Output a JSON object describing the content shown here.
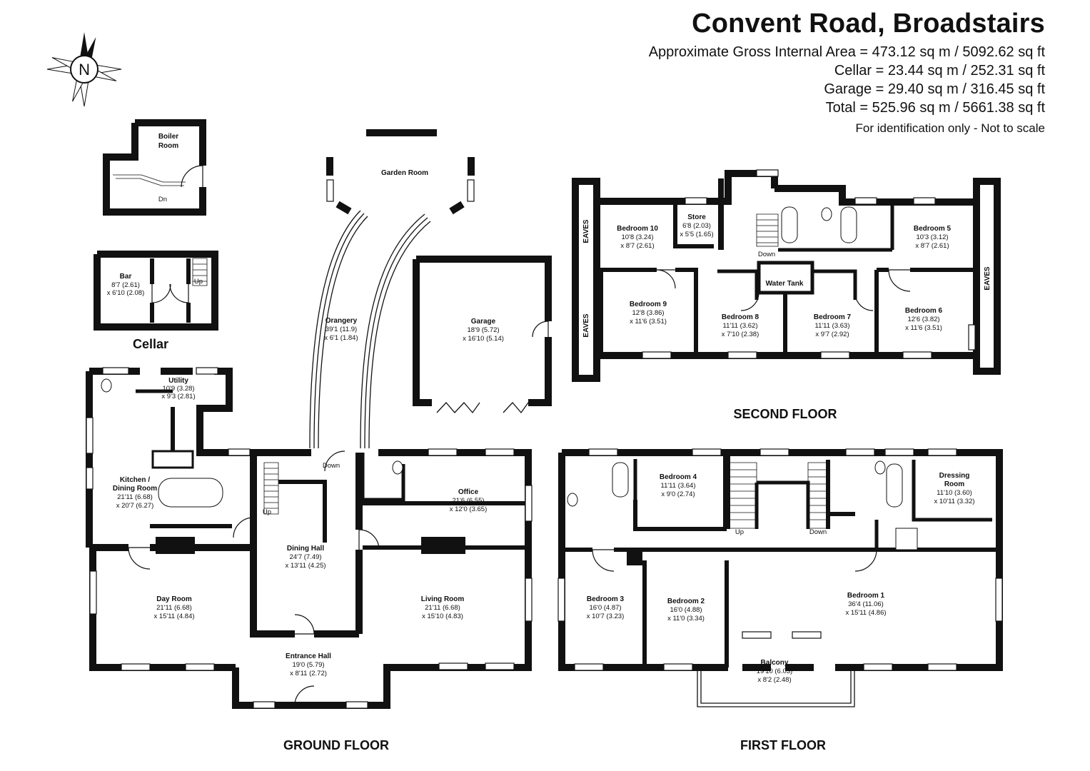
{
  "header": {
    "title": "Convent Road, Broadstairs",
    "gross_area": "Approximate Gross Internal Area = 473.12 sq m / 5092.62 sq ft",
    "cellar_area": "Cellar = 23.44 sq m / 252.31 sq ft",
    "garage_area": "Garage = 29.40 sq m / 316.45 sq ft",
    "total_area": "Total = 525.96 sq m / 5661.38 sq ft",
    "note": "For identification only - Not to scale"
  },
  "compass": {
    "letter": "N",
    "icon": "compass-rose-icon"
  },
  "floors": {
    "ground": "GROUND FLOOR",
    "first": "FIRST FLOOR",
    "second": "SECOND FLOOR",
    "cellar": "Cellar"
  },
  "rooms": {
    "boiler": {
      "name1": "Boiler",
      "name2": "Room"
    },
    "bar": {
      "name": "Bar",
      "dim1": "8'7 (2.61)",
      "dim2": "x 6'10 (2.08)"
    },
    "garden_room": {
      "name": "Garden Room"
    },
    "orangery": {
      "name": "Orangery",
      "dim1": "39'1 (11.9)",
      "dim2": "x 6'1 (1.84)"
    },
    "garage": {
      "name": "Garage",
      "dim1": "18'9 (5.72)",
      "dim2": "x 16'10 (5.14)"
    },
    "utility": {
      "name": "Utility",
      "dim1": "10'9 (3.28)",
      "dim2": "x 9'3 (2.81)"
    },
    "kitchen": {
      "name1": "Kitchen /",
      "name2": "Dining Room",
      "dim1": "21'11 (6.68)",
      "dim2": "x 20'7 (6.27)"
    },
    "office": {
      "name": "Office",
      "dim1": "21'6 (6.55)",
      "dim2": "x 12'0 (3.65)"
    },
    "dining_hall": {
      "name": "Dining Hall",
      "dim1": "24'7 (7.49)",
      "dim2": "x 13'11 (4.25)"
    },
    "day_room": {
      "name": "Day Room",
      "dim1": "21'11 (6.68)",
      "dim2": "x 15'11 (4.84)"
    },
    "living_room": {
      "name": "Living Room",
      "dim1": "21'11 (6.68)",
      "dim2": "x 15'10 (4.83)"
    },
    "entrance_hall": {
      "name": "Entrance Hall",
      "dim1": "19'0 (5.79)",
      "dim2": "x 8'11 (2.72)"
    },
    "bedroom_10": {
      "name": "Bedroom 10",
      "dim1": "10'8 (3.24)",
      "dim2": "x 8'7 (2.61)"
    },
    "store": {
      "name": "Store",
      "dim1": "6'8 (2.03)",
      "dim2": "x 5'5 (1.65)"
    },
    "bedroom_5": {
      "name": "Bedroom 5",
      "dim1": "10'3 (3.12)",
      "dim2": "x 8'7 (2.61)"
    },
    "water_tank": {
      "name": "Water Tank"
    },
    "bedroom_9": {
      "name": "Bedroom 9",
      "dim1": "12'8 (3.86)",
      "dim2": "x 11'6 (3.51)"
    },
    "bedroom_8": {
      "name": "Bedroom 8",
      "dim1": "11'11 (3.62)",
      "dim2": "x 7'10 (2.38)"
    },
    "bedroom_7": {
      "name": "Bedroom 7",
      "dim1": "11'11 (3.63)",
      "dim2": "x 9'7 (2.92)"
    },
    "bedroom_6": {
      "name": "Bedroom 6",
      "dim1": "12'6 (3.82)",
      "dim2": "x 11'6 (3.51)"
    },
    "bedroom_4": {
      "name": "Bedroom 4",
      "dim1": "11'11 (3.64)",
      "dim2": "x 9'0 (2.74)"
    },
    "dressing": {
      "name1": "Dressing",
      "name2": "Room",
      "dim1": "11'10 (3.60)",
      "dim2": "x 10'11 (3.32)"
    },
    "bedroom_3": {
      "name": "Bedroom 3",
      "dim1": "16'0 (4.87)",
      "dim2": "x 10'7 (3.23)"
    },
    "bedroom_2": {
      "name": "Bedroom 2",
      "dim1": "16'0 (4.88)",
      "dim2": "x 11'0 (3.34)"
    },
    "bedroom_1": {
      "name": "Bedroom 1",
      "dim1": "36'4 (11.06)",
      "dim2": "x 15'11 (4.86)"
    },
    "balcony": {
      "name": "Balcony",
      "dim1": "19'10 (6.03)",
      "dim2": "x 8'2 (2.48)"
    }
  },
  "labels": {
    "up": "Up",
    "down": "Down",
    "dn": "Dn",
    "eaves": "EAVES"
  }
}
